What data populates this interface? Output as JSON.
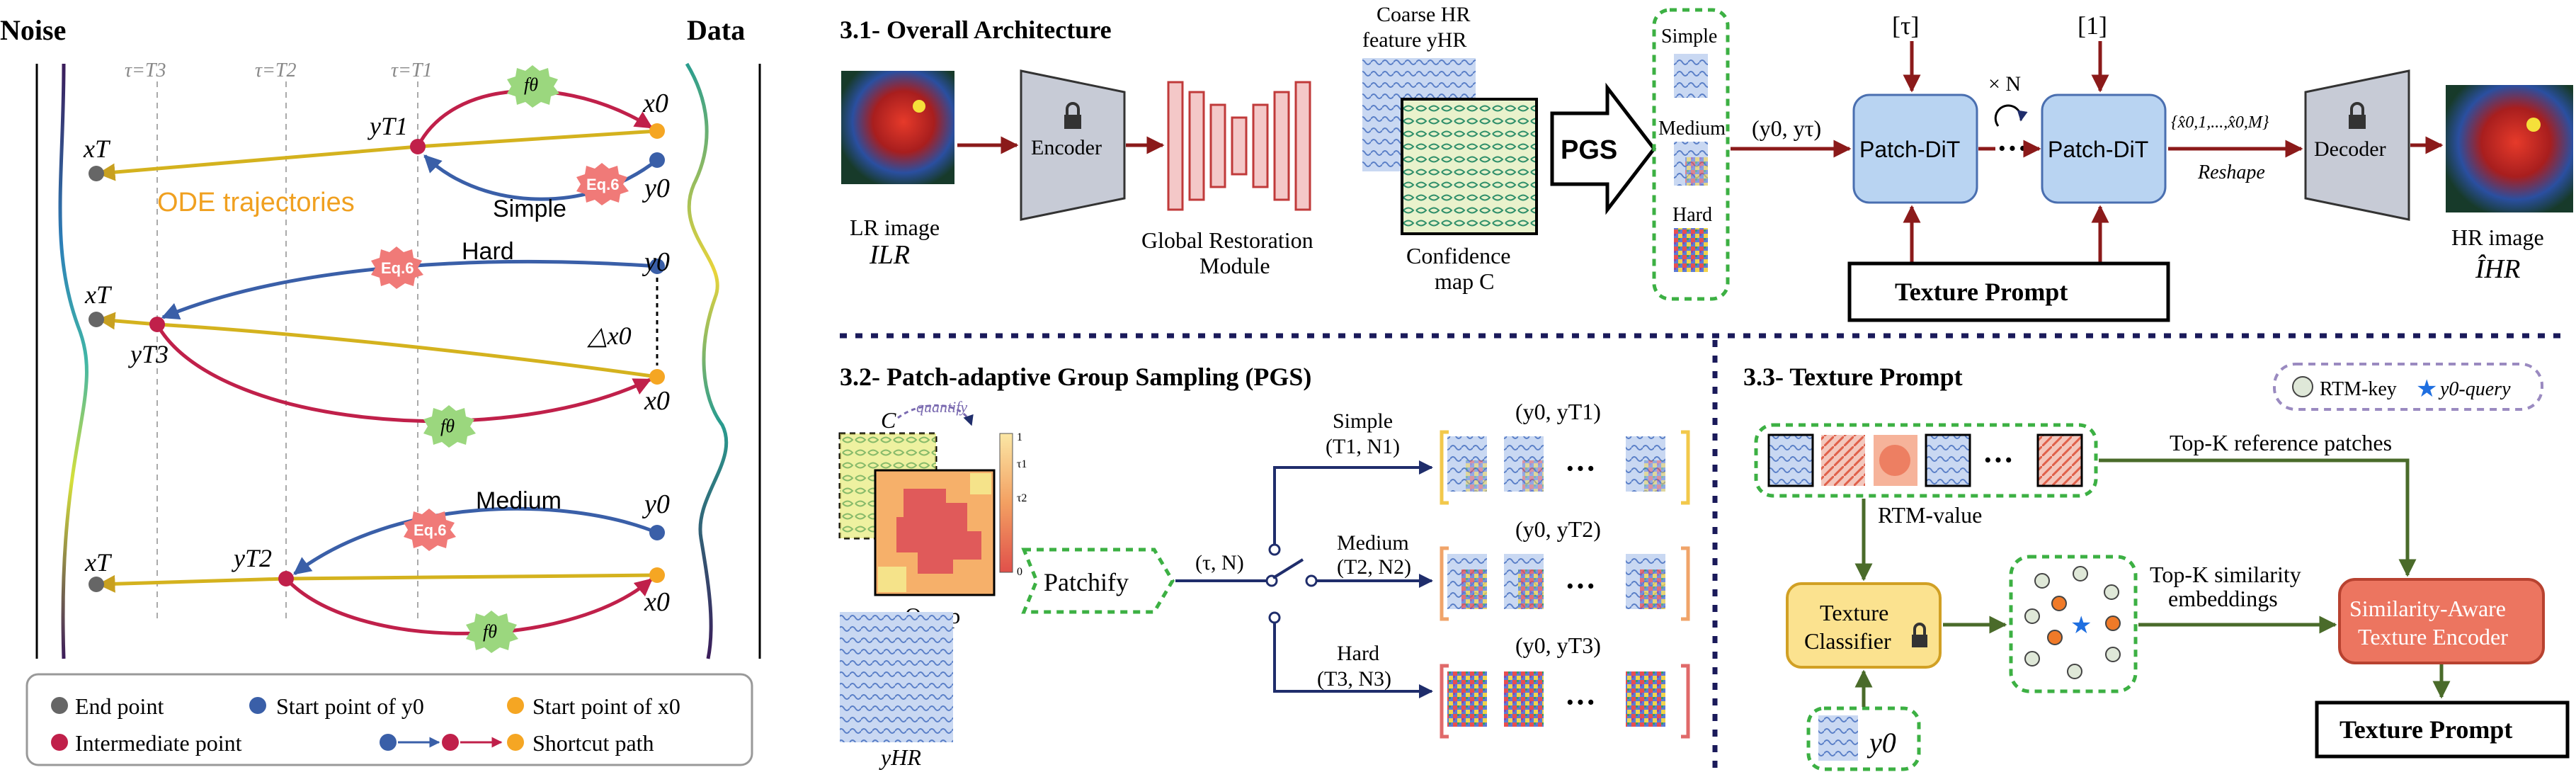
{
  "left": {
    "noise_label": "Noise",
    "data_label": "Data",
    "tau3": "τ=T3",
    "tau2": "τ=T2",
    "tau1": "τ=T1",
    "xT": "xT",
    "x0": "x0",
    "y0": "y0",
    "yT1": "yT1",
    "yT2": "yT2",
    "yT3": "yT3",
    "f_theta": "fθ",
    "eq6": "Eq.6",
    "ode": "ODE trajectories",
    "simple": "Simple",
    "hard": "Hard",
    "medium": "Medium",
    "delta_x0": "△x0",
    "legend": {
      "end_point": "End point",
      "start_y0": "Start point of y0",
      "start_x0": "Start point of x0",
      "intermediate": "Intermediate point",
      "shortcut": "Shortcut path"
    }
  },
  "arch": {
    "title": "3.1- Overall Architecture",
    "lr_image": "LR image",
    "lr_symbol": "ILR",
    "encoder": "Encoder",
    "grm_line1": "Global Restoration",
    "grm_line2": "Module",
    "coarse_line1": "Coarse HR",
    "coarse_line2": "feature yHR",
    "conf_line1": "Confidence",
    "conf_line2": "map C",
    "pgs": "PGS",
    "simple": "Simple",
    "medium": "Medium",
    "hard": "Hard",
    "y0_ytau": "(y0, yτ)",
    "tau_bracket": "[τ]",
    "one_bracket": "[1]",
    "times_n": "× N",
    "patch_dit": "Patch-DiT",
    "dots": "···",
    "x_hat_set": "{x̂0,1,...,x̂0,M}",
    "reshape": "Reshape",
    "decoder": "Decoder",
    "hr_image": "HR image",
    "hr_symbol": "ÎHR",
    "texture_prompt": "Texture Prompt"
  },
  "pgs": {
    "title": "3.2- Patch-adaptive Group Sampling (PGS)",
    "c_label": "C",
    "quantify": "quantify",
    "qmap": "Qmap",
    "scale_top": "1",
    "scale_t1": "τ1",
    "scale_t2": "τ2",
    "scale_bottom": "0",
    "yhr": "yHR",
    "patchify": "Patchify",
    "tau_n": "(τ, N)",
    "simple": "Simple",
    "simple_sub": "(T1, N1)",
    "medium": "Medium",
    "medium_sub": "(T2, N2)",
    "hard": "Hard",
    "hard_sub": "(T3, N3)",
    "pair1": "(y0, yT1)",
    "pair2": "(y0, yT2)",
    "pair3": "(y0, yT3)",
    "dots": "···"
  },
  "texture": {
    "title": "3.3- Texture Prompt",
    "rtm_key": "RTM-key",
    "y0_query": "y0-query",
    "rtm_value": "RTM-value",
    "topk_ref": "Top-K reference patches",
    "classifier_line1": "Texture",
    "classifier_line2": "Classifier",
    "topk_sim_line1": "Top-K similarity",
    "topk_sim_line2": "embeddings",
    "encoder_line1": "Similarity-Aware",
    "encoder_line2": "Texture Encoder",
    "output": "Texture Prompt",
    "y0": "y0",
    "dots": "···"
  },
  "colors": {
    "dark_red": "#8b1a1a",
    "navy": "#1f2d6b",
    "green_arrow": "#4a6b2a",
    "dashed_green": "#3cb043",
    "dit_fill": "#b9d4f2",
    "pgs_group_simple": "#f2c84b",
    "pgs_group_medium": "#f0a46a",
    "pgs_group_hard": "#e06a6a"
  }
}
